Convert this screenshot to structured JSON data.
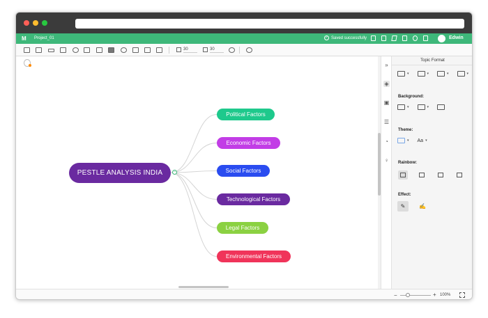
{
  "app": {
    "logo_text": "M",
    "project_name": "Project_01",
    "save_status": "Saved successfully",
    "user_name": "Edwin",
    "accent_color": "#3eb87a"
  },
  "toolbar": {
    "width_value": "30",
    "height_value": "30"
  },
  "mindmap": {
    "central_topic": "PESTLE ANALYSIS INDIA",
    "central_color": "#6a2aa0",
    "collapse_symbol": "−",
    "branches": [
      {
        "label": "Political Factors",
        "color": "#1ec98c"
      },
      {
        "label": "Economic Factors",
        "color": "#c23de6"
      },
      {
        "label": "Social Factors",
        "color": "#2a4cf0"
      },
      {
        "label": "Technological Factors",
        "color": "#6a2aa0"
      },
      {
        "label": "Legal Factors",
        "color": "#8bd142"
      },
      {
        "label": "Environmental Factors",
        "color": "#f0345a"
      }
    ]
  },
  "panel": {
    "title": "Topic Format",
    "background_label": "Background:",
    "theme_label": "Theme:",
    "theme_font_glyph": "Aa",
    "rainbow_label": "Rainbow:",
    "effect_label": "Effect:"
  },
  "rail": {
    "collapse_glyph": "»"
  },
  "status": {
    "zoom_minus": "−",
    "zoom_plus": "+",
    "zoom_value": "100%"
  }
}
